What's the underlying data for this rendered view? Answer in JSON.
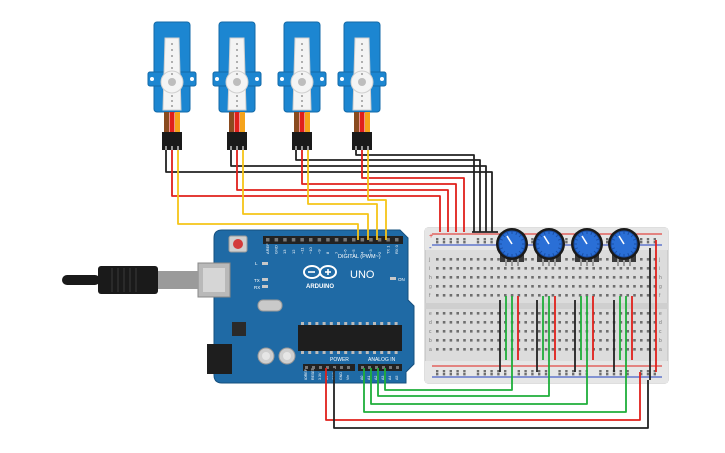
{
  "board": {
    "logo_text": "ARDUINO",
    "model_text": "UNO",
    "digital_header_label": "DIGITAL (PWM~)",
    "power_header_label": "POWER",
    "analog_header_label": "ANALOG IN",
    "on_label": "ON",
    "l_label": "L",
    "tx_label": "TX",
    "rx_label": "RX",
    "digital_pins": [
      "AREF",
      "GND",
      "13",
      "12",
      "~11",
      "~10",
      "~9",
      "8",
      "7",
      "~6",
      "~5",
      "4",
      "~3",
      "2",
      "TX 1",
      "RX 0"
    ],
    "power_pins": [
      "IOREF",
      "RESET",
      "3.3V",
      "5V",
      "GND",
      "GND",
      "Vin"
    ],
    "analog_pins": [
      "A0",
      "A1",
      "A2",
      "A3",
      "A4",
      "A5"
    ]
  },
  "breadboard": {
    "row_letters_top": [
      "j",
      "i",
      "h",
      "g",
      "f"
    ],
    "row_letters_bottom": [
      "e",
      "d",
      "c",
      "b",
      "a"
    ],
    "rail_plus": "+",
    "rail_minus": "-"
  },
  "colors": {
    "wire_red": "#e0201b",
    "wire_black": "#222222",
    "wire_yellow": "#f5c518",
    "wire_green": "#1fae3a",
    "board_blue": "#1f6aa5",
    "servo_blue": "#1c86d1",
    "pot_blue": "#2a6fd6"
  },
  "icons": {
    "servo": "servo-motor-icon",
    "potentiometer": "potentiometer-knob-icon",
    "usb": "usb-cable-icon"
  }
}
